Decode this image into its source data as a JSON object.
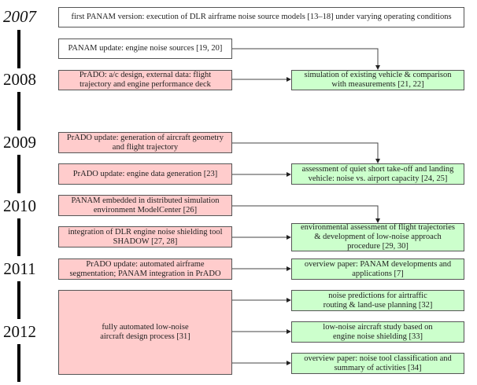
{
  "title": "PANAM / PrADO development timeline",
  "years": [
    "2007",
    "2008",
    "2009",
    "2010",
    "2011",
    "2012"
  ],
  "colors": {
    "development": "#ffcccc",
    "application": "#ccffcc",
    "initial": "#ffffff",
    "border": "#555555"
  },
  "boxes": {
    "first_panam": "first PANAM version: execution of DLR airframe noise source models [13–18] under varying operating conditions",
    "panam_update_engine": "PANAM update: engine noise sources [19, 20]",
    "prado_ac_design": "PrADO: a/c design, external data: flight trajectory and engine performance deck",
    "sim_existing_vehicle": "simulation of existing vehicle & comparison with measurements [21, 22]",
    "prado_update_geometry": "PrADO update: generation of aircraft geometry and flight trajectory",
    "prado_update_engine_data": "PrADO update: engine data generation [23]",
    "assessment_stol": "assessment of quiet short take-off and landing vehicle: noise vs. airport capacity [24, 25]",
    "panam_modelcenter": "PANAM embedded in distributed simulation environment ModelCenter [26]",
    "integration_shadow": "integration of DLR engine noise shielding tool SHADOW [27, 28]",
    "environmental_assessment": "environmental assessment of flight trajectories & development of low-noise approach procedure [29, 30]",
    "prado_update_segmentation": "PrADO update: automated airframe segmentation; PANAM integration in PrADO",
    "overview_panam": "overview paper: PANAM developments and applications [7]",
    "fully_automated": "fully automated low-noise aircraft design process [31]",
    "noise_predictions_airtraffic": "noise predictions for airtraffic routing & land-use planning [32]",
    "low_noise_study": "low-noise aircraft study based on engine noise shielding [33]",
    "overview_noise_tool": "overview paper: noise tool classification and summary of activities [34]"
  },
  "connections": [
    {
      "from": "panam_update_engine",
      "to": "sim_existing_vehicle"
    },
    {
      "from": "prado_ac_design",
      "to": "sim_existing_vehicle"
    },
    {
      "from": "prado_update_geometry",
      "to": "assessment_stol"
    },
    {
      "from": "prado_update_engine_data",
      "to": "assessment_stol"
    },
    {
      "from": "panam_modelcenter",
      "to": "environmental_assessment"
    },
    {
      "from": "integration_shadow",
      "to": "environmental_assessment"
    },
    {
      "from": "prado_update_segmentation",
      "to": "overview_panam"
    },
    {
      "from": "fully_automated",
      "to": "noise_predictions_airtraffic"
    },
    {
      "from": "fully_automated",
      "to": "low_noise_study"
    },
    {
      "from": "fully_automated",
      "to": "overview_noise_tool"
    }
  ]
}
